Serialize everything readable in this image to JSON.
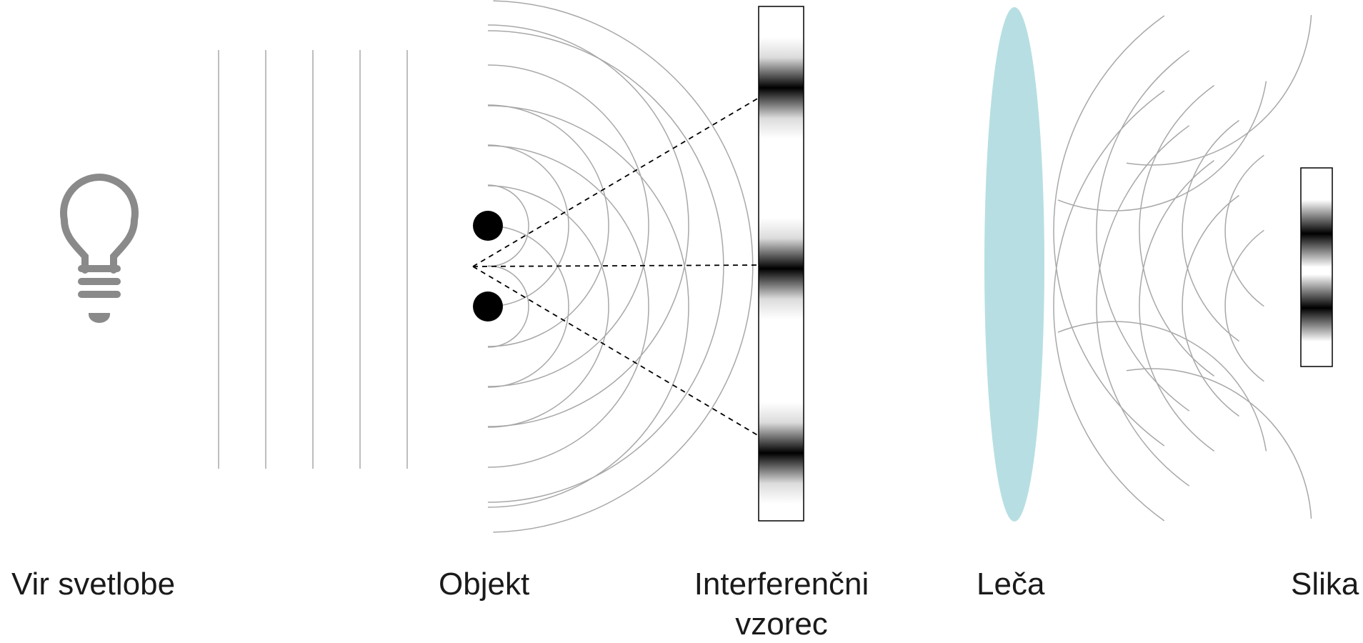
{
  "labels": {
    "source": "Vir svetlobe",
    "object": "Objekt",
    "pattern_line1": "Interferenčni",
    "pattern_line2": "vzorec",
    "lens": "Leča",
    "image": "Slika"
  },
  "icons": {
    "source": "lightbulb-icon"
  },
  "colors": {
    "wave": "#a8a8a8",
    "bulb": "#8a8a8a",
    "lens": "#b7dfe3",
    "slit": "#000000",
    "ray": "#000000",
    "frame": "#000000"
  },
  "plane_wave_count": 5,
  "fringe_count": 3,
  "image_fringe_count": 2
}
